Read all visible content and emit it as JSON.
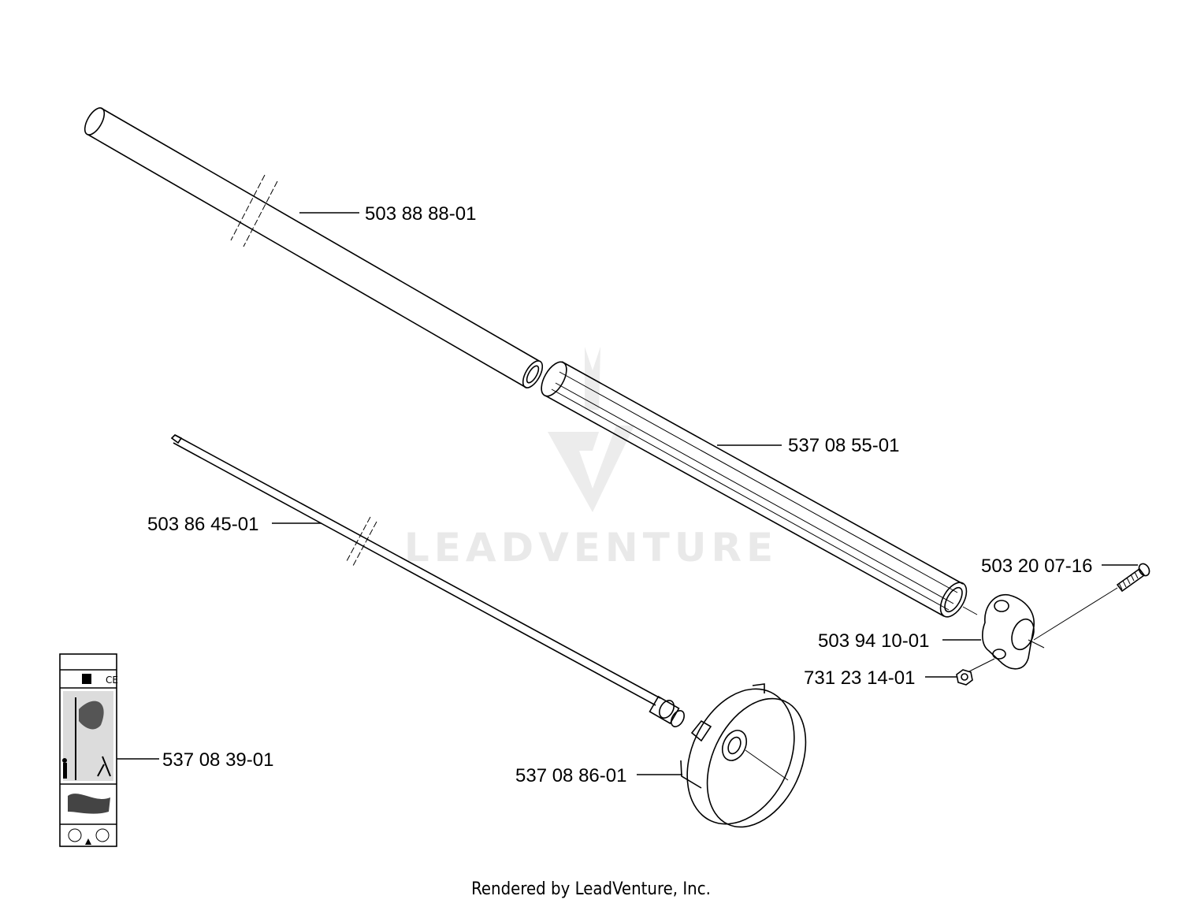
{
  "watermark": {
    "text": "LEADVENTURE"
  },
  "footer": {
    "text": "Rendered by LeadVenture, Inc."
  },
  "parts": [
    {
      "id": "shaft-tube",
      "number": "503 88 88-01"
    },
    {
      "id": "shaft-cover",
      "number": "537 08 55-01"
    },
    {
      "id": "drive-shaft",
      "number": "503 86 45-01"
    },
    {
      "id": "screw",
      "number": "503 20 07-16"
    },
    {
      "id": "clamp",
      "number": "503 94 10-01"
    },
    {
      "id": "nut",
      "number": "731 23 14-01"
    },
    {
      "id": "decal",
      "number": "537 08 39-01"
    },
    {
      "id": "clutch-drum",
      "number": "537 08 86-01"
    }
  ],
  "colors": {
    "line": "#000000",
    "watermark": "#e9e9e9",
    "background": "#ffffff"
  }
}
